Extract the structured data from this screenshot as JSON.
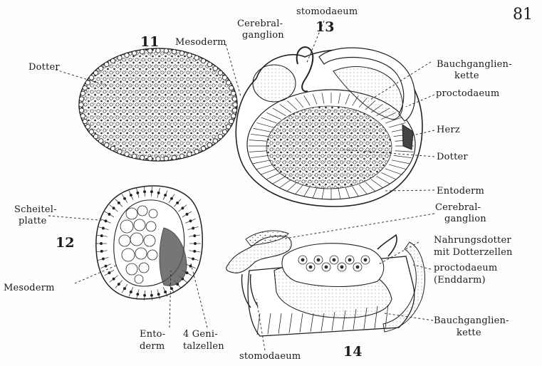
{
  "page_number": "81",
  "figures": {
    "fig11": {
      "number": "11",
      "labels": {
        "dotter": "Dotter"
      }
    },
    "fig12": {
      "number": "12",
      "labels": {
        "scheitel1": "Scheitel-",
        "scheitel2": "platte",
        "mesoderm": "Mesoderm",
        "ento1": "Ento-",
        "ento2": "derm",
        "geni1": "4 Geni-",
        "geni2": "talzellen"
      }
    },
    "fig13": {
      "number": "13",
      "labels": {
        "stomodaeum": "stomodaeum",
        "cereb1": "Cerebral-",
        "cereb2": "ganglion",
        "mesoderm": "Mesoderm",
        "bauch1": "Bauchganglien-",
        "bauch2": "kette",
        "procto": "proctodaeum",
        "herz": "Herz",
        "dotter": "Dotter",
        "entoderm": "Entoderm"
      }
    },
    "fig14": {
      "number": "14",
      "labels": {
        "cereb1": "Cerebral-",
        "cereb2": "ganglion",
        "nahr1": "Nahrungsdotter",
        "nahr2": "mit Dotterzellen",
        "procto1": "proctodaeum",
        "procto2": "(Enddarm)",
        "bauch1": "Bauchganglien-",
        "bauch2": "kette",
        "stomodaeum": "stomodaeum"
      }
    }
  }
}
